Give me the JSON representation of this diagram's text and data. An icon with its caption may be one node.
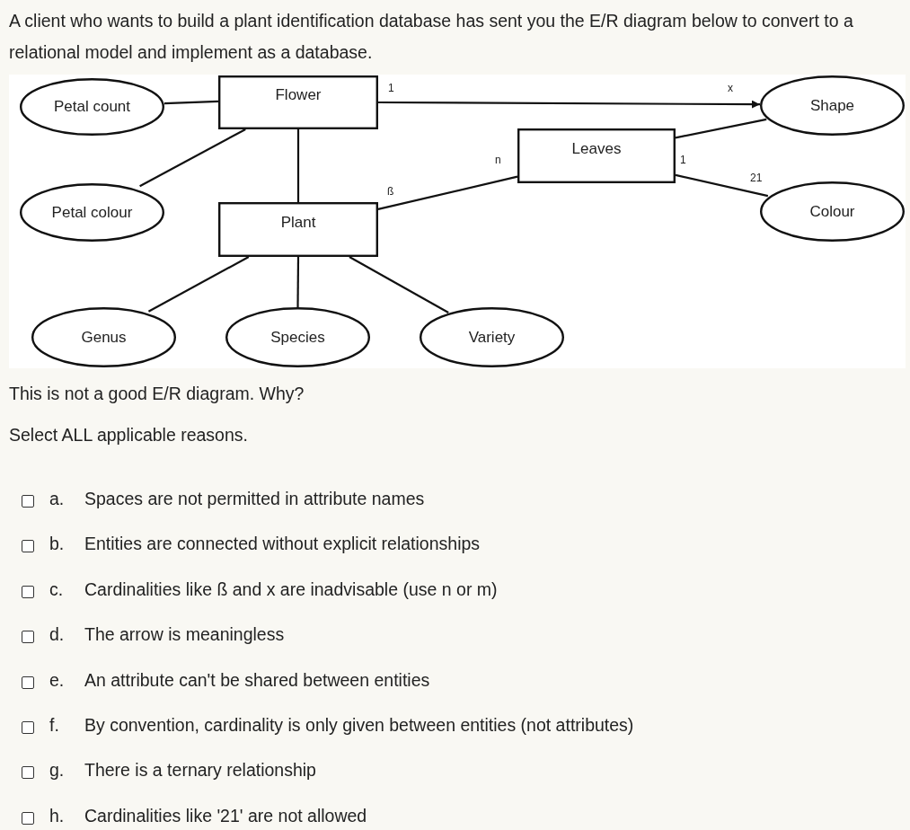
{
  "diagram": {
    "title": "A client who wants to build a plant identification database has sent you the E/R diagram below to convert to a relational model and implement as a database.",
    "nodes": [
      {
        "text": [
          "Petal count"
        ]
      },
      {
        "text": [
          "Flower"
        ]
      },
      {
        "text": [
          "Shape"
        ]
      },
      {
        "text": [
          "Leaves"
        ]
      },
      {
        "text": [
          "Petal colour"
        ]
      },
      {
        "text": [
          "Colour"
        ]
      },
      {
        "text": [
          "Plant"
        ]
      },
      {
        "text": [
          "Genus"
        ]
      },
      {
        "text": [
          "Species"
        ]
      },
      {
        "text": [
          "Variety"
        ]
      }
    ],
    "edges": [
      {
        "from": 0,
        "to": 1,
        "arrow": "none"
      },
      {
        "from": 1,
        "to": 2,
        "arrow": "to"
      },
      {
        "from": 1,
        "to": 4,
        "arrow": "none"
      },
      {
        "from": 1,
        "to": 6,
        "arrow": "none"
      },
      {
        "from": 6,
        "to": 3,
        "arrow": "none"
      },
      {
        "from": 3,
        "to": 2,
        "arrow": "none"
      },
      {
        "from": 3,
        "to": 5,
        "arrow": "none"
      },
      {
        "from": 6,
        "to": 7,
        "arrow": "none"
      },
      {
        "from": 6,
        "to": 8,
        "arrow": "none"
      },
      {
        "from": 6,
        "to": 9,
        "arrow": "none"
      }
    ],
    "labels": [
      "1",
      "x",
      "n",
      "1",
      "21",
      "ß",
      "This is not a good E/R diagram. Why?",
      "Select ALL applicable reasons.",
      "a.",
      "Spaces are not permitted in attribute names",
      "b.",
      "Entities are connected without explicit relationships",
      "c.",
      "Cardinalities like ß and x are inadvisable (use n or m)",
      "d.",
      "The arrow is meaningless",
      "e.",
      "An attribute can't be shared between entities",
      "f.",
      "By convention, cardinality is only given between entities (not attributes)",
      "g.",
      "There is a ternary relationship",
      "h.",
      "Cardinalities like '21' are not allowed"
    ]
  }
}
